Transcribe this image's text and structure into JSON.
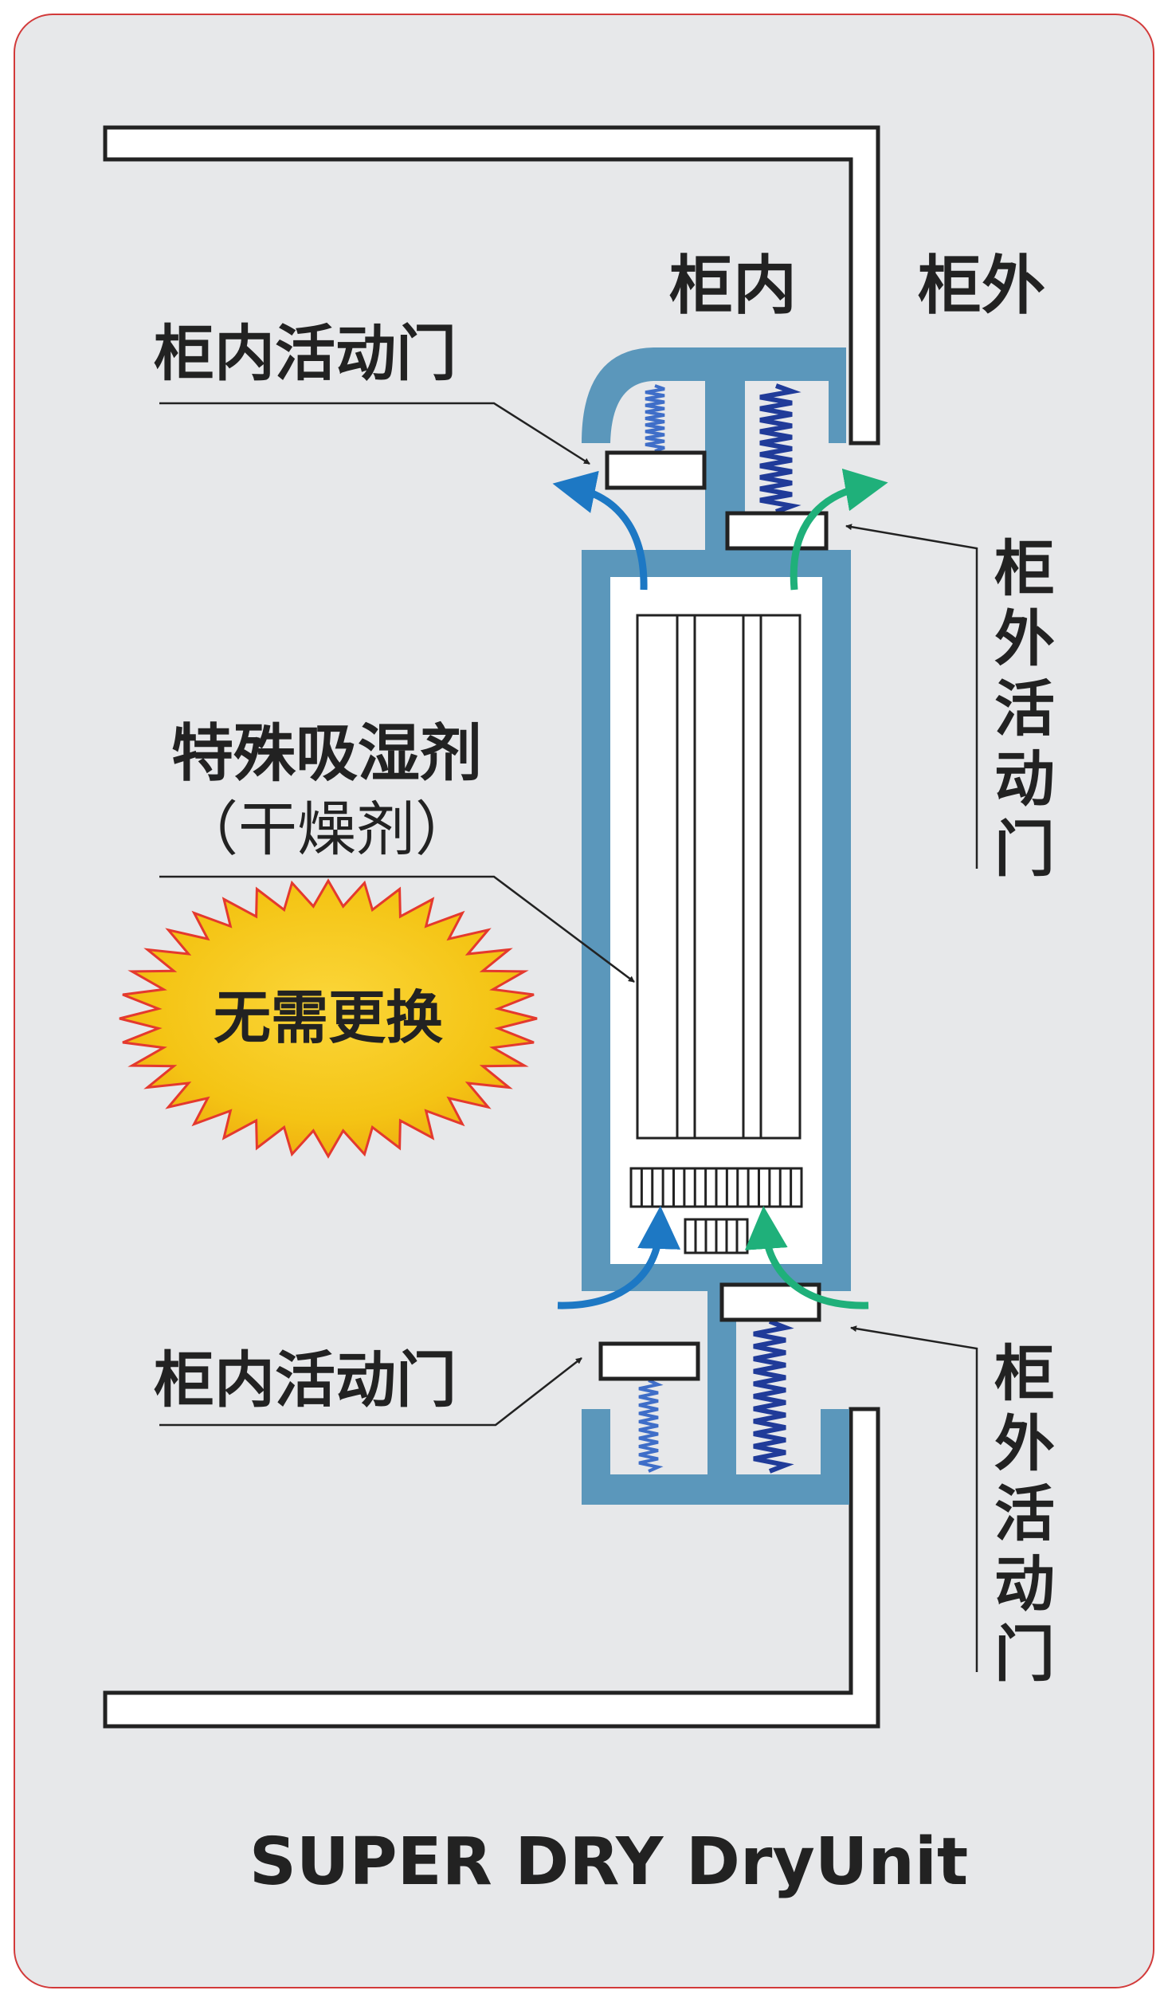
{
  "labels": {
    "inside_zone": "柜内",
    "outside_zone": "柜外",
    "top_inner_door": "柜内活动门",
    "top_outer_door": [
      "柜",
      "外",
      "活",
      "动",
      "门"
    ],
    "bottom_inner_door": "柜内活动门",
    "bottom_outer_door": [
      "柜",
      "外",
      "活",
      "动",
      "门"
    ],
    "desiccant_title": "特殊吸湿剂",
    "desiccant_subtitle": "（干燥剂）",
    "badge": "无需更换",
    "footer": "SUPER DRY DryUnit"
  },
  "colors": {
    "background": "#e7e8ea",
    "frame_border": "#d23a3a",
    "housing": "#5b97bb",
    "inner_arrow": "#1d78c4",
    "outer_arrow": "#1fb07a",
    "spring_dark": "#203b99",
    "spring_light": "#3f6ec8",
    "badge_fill": "#f6c818",
    "badge_edge": "#e4392e"
  }
}
